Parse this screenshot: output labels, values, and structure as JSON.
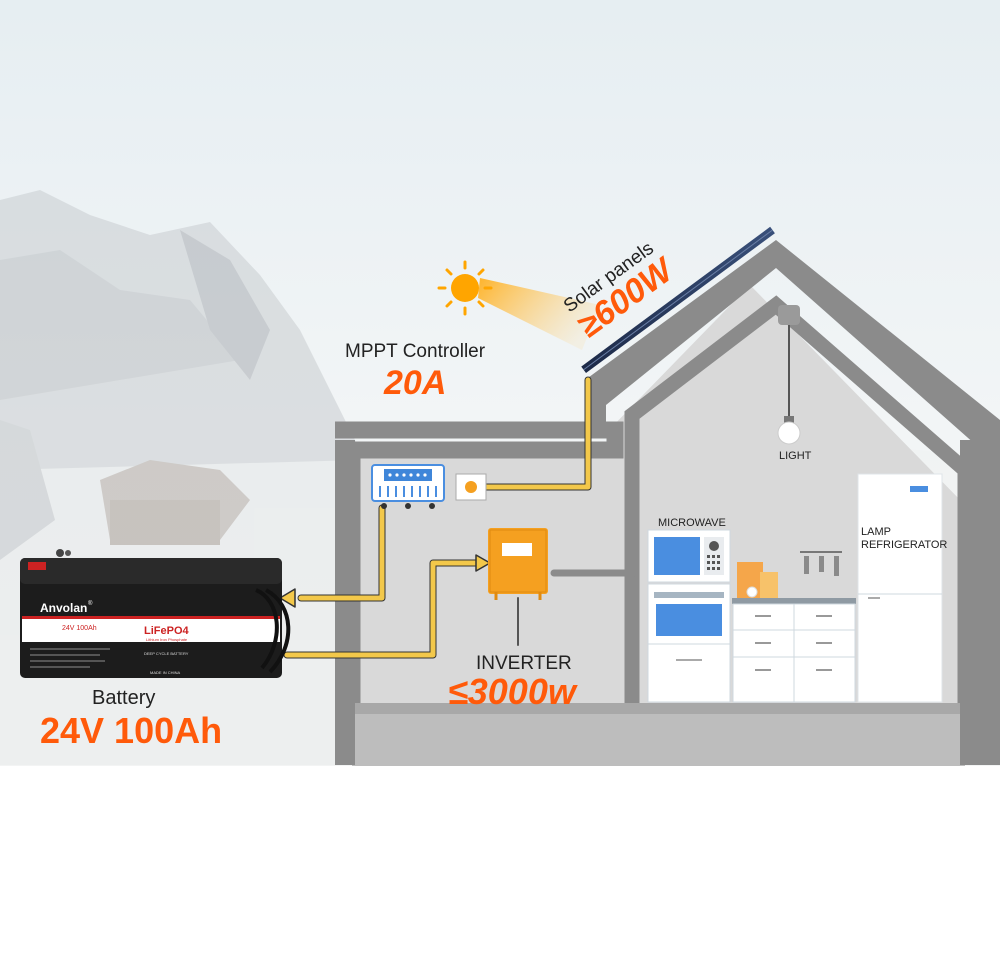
{
  "components": {
    "solar_panels": {
      "title": "Solar panels",
      "value": "≥600W"
    },
    "mppt_controller": {
      "title": "MPPT Controller",
      "value": "20A"
    },
    "inverter": {
      "title": "INVERTER",
      "value": "≤3000w"
    },
    "battery": {
      "title": "Battery",
      "value": "24V 100Ah",
      "brand": "Anvolan",
      "brand_mark": "®",
      "spec": "24V 100Ah",
      "chemistry": "LiFePO4",
      "chemistry_sub": "Lithium Iron Phosphate",
      "deep_cycle": "DEEP CYCLE BATTERY",
      "made_in": "MADE IN CHINA"
    }
  },
  "appliances": {
    "light": "LIGHT",
    "microwave": "MICROWAVE",
    "lamp": "LAMP",
    "refrigerator": "REFRIGERATOR"
  },
  "colors": {
    "accent": "#ff5a0a",
    "wire": "#f3c84a",
    "house_wall": "#888888",
    "inverter": "#f5a020",
    "appliance_blue": "#4a8ee0",
    "sun": "#ffa500"
  }
}
